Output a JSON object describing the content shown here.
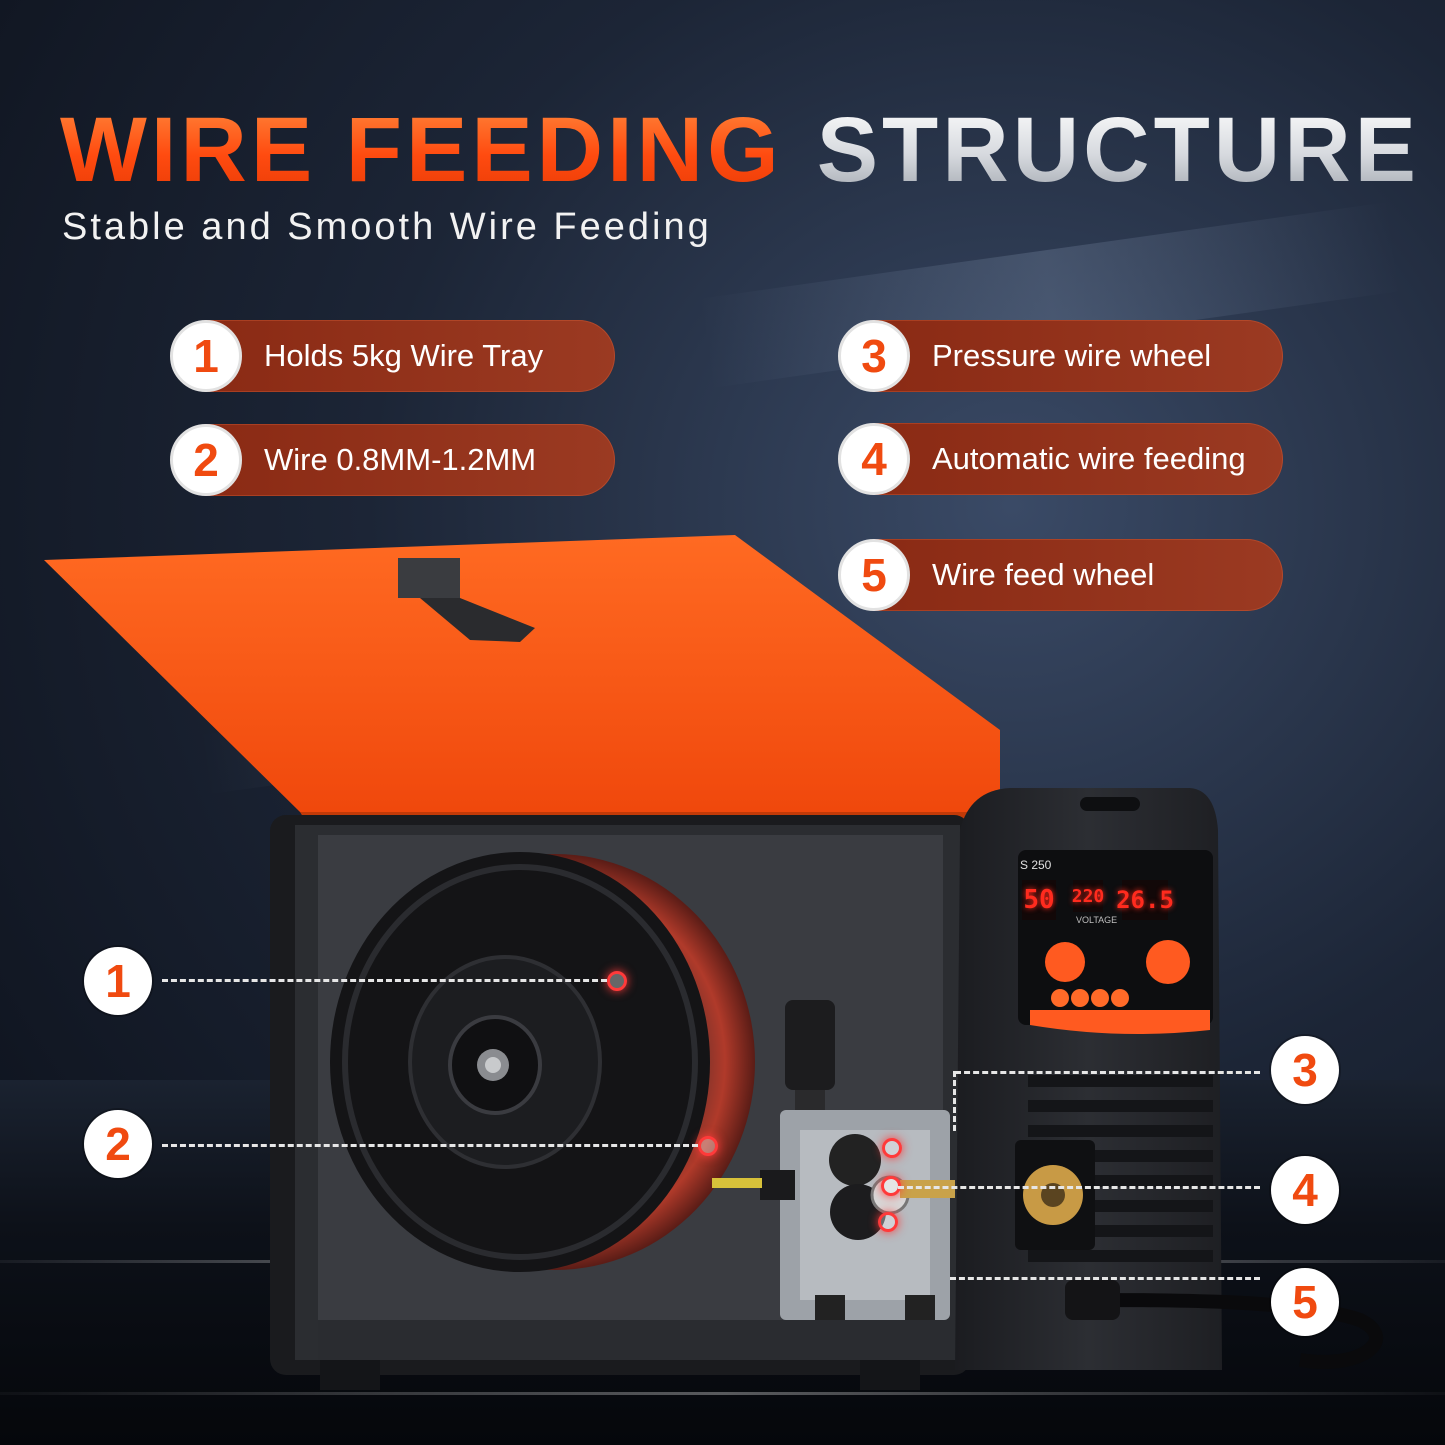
{
  "header": {
    "title_highlight": "WIRE FEEDING",
    "title_rest": "STRUCTURE",
    "subtitle": "Stable and Smooth Wire Feeding"
  },
  "features": [
    {
      "number": "1",
      "label": "Holds 5kg Wire Tray"
    },
    {
      "number": "2",
      "label": "Wire 0.8MM-1.2MM"
    },
    {
      "number": "3",
      "label": "Pressure wire wheel"
    },
    {
      "number": "4",
      "label": "Automatic wire feeding"
    },
    {
      "number": "5",
      "label": "Wire feed wheel"
    }
  ],
  "callouts": [
    "1",
    "2",
    "3",
    "4",
    "5"
  ],
  "machine": {
    "model": "S 250",
    "display_left": "50",
    "display_mid": "220",
    "display_right": "26.5",
    "voltage_label": "VOLTAGE"
  },
  "colors": {
    "accent": "#f04a10",
    "pill": "#8a2a14",
    "cover": "#ff5a12",
    "body": "#2a2c31"
  }
}
